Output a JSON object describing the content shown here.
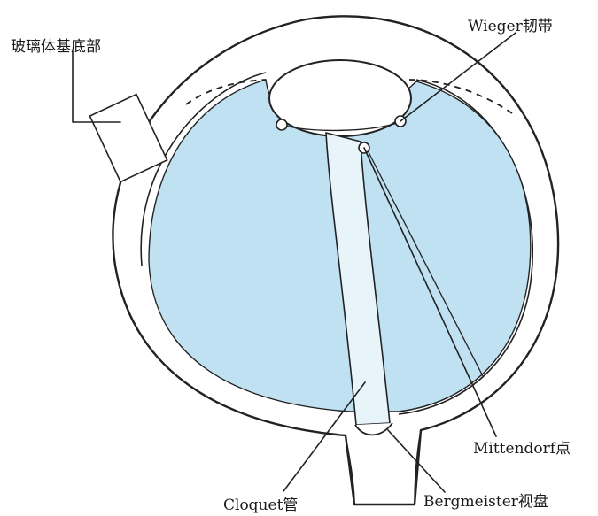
{
  "labels": {
    "vitreous_base": "玻璃体基底部",
    "wieger_ligament": "Wieger韧带",
    "mittendorf_dot": "Mittendorf点",
    "cloquet_canal": "Cloquet管",
    "bergmeister_papilla": "Bergmeister视盘"
  },
  "colors": {
    "vitreous_fill": "#bfe1f2",
    "canal_fill": "#e7f5fb",
    "outline": "#222222",
    "background": "#ffffff"
  }
}
